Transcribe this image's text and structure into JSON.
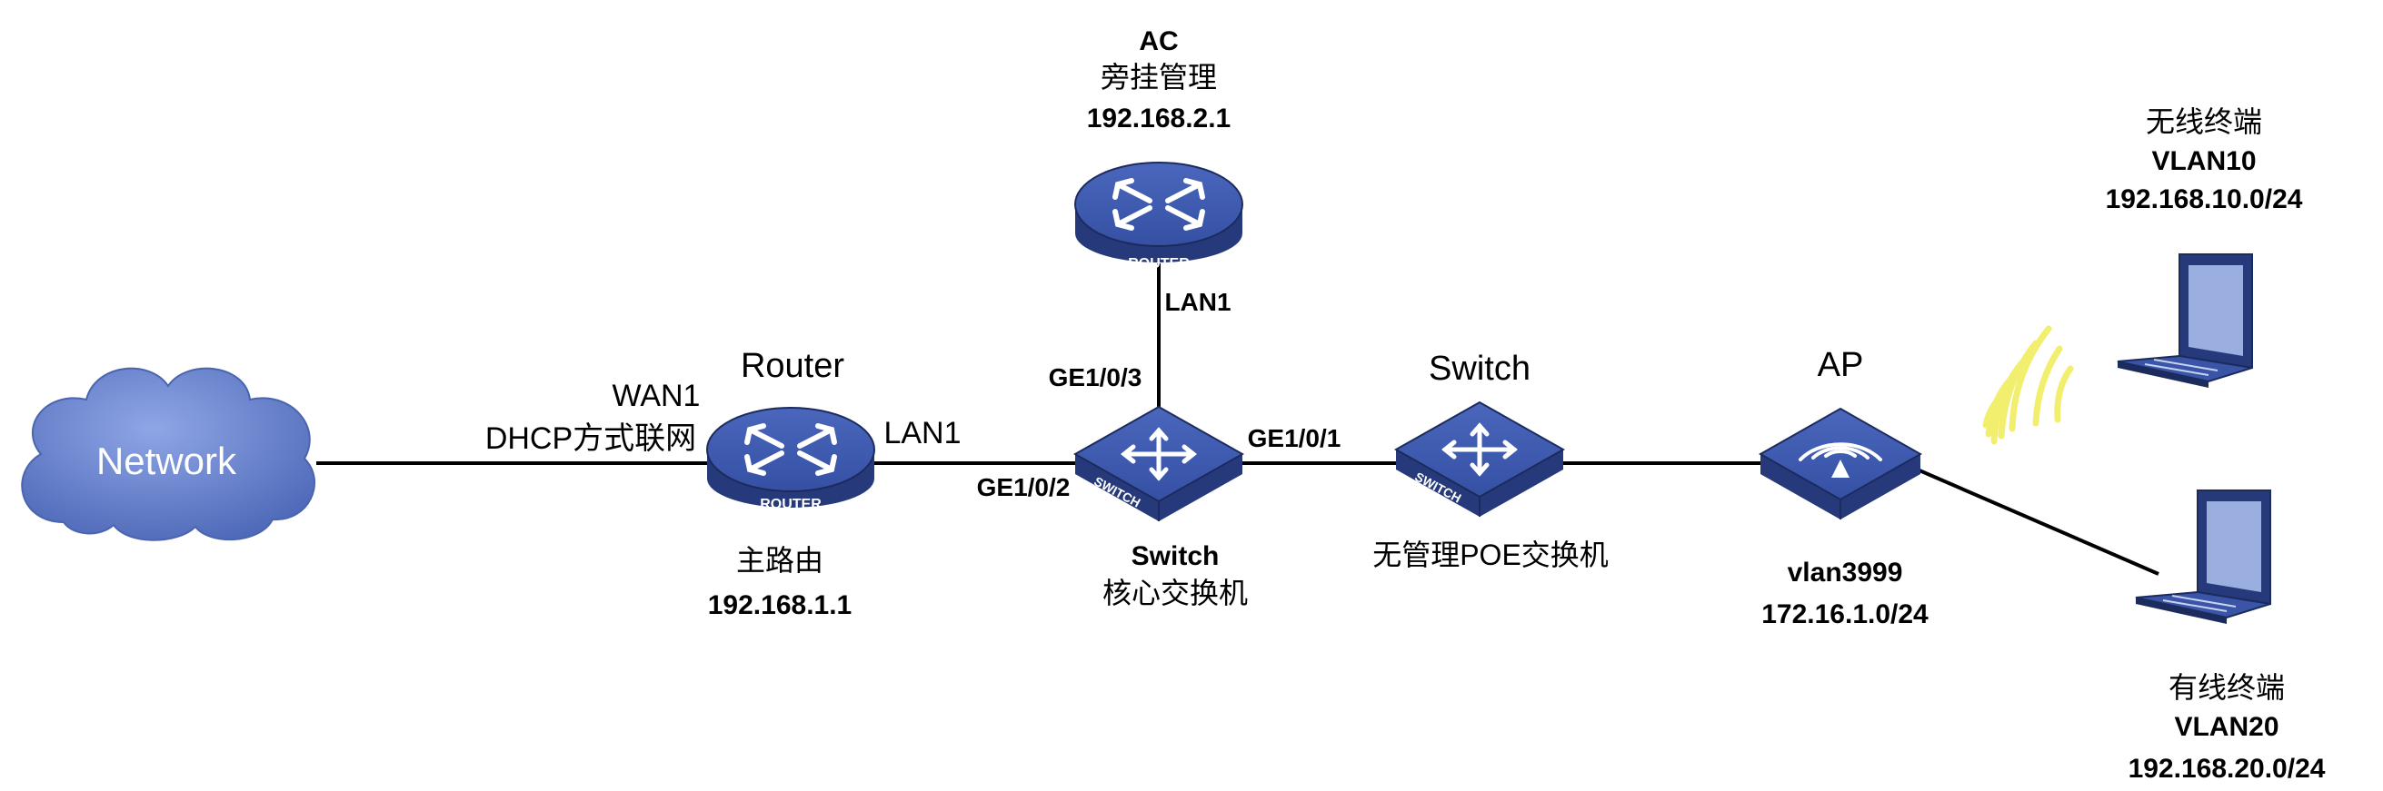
{
  "cloud": {
    "label": "Network"
  },
  "main_router": {
    "title": "Router",
    "badge": "ROUTER",
    "wan_port": "WAN1",
    "wan_mode": "DHCP方式联网",
    "lan_port": "LAN1",
    "role": "主路由",
    "ip": "192.168.1.1"
  },
  "ac": {
    "title": "AC",
    "role": "旁挂管理",
    "ip": "192.168.2.1",
    "badge": "ROUTER",
    "lan_port": "LAN1"
  },
  "core_switch": {
    "badge": "SWITCH",
    "port_up": "GE1/0/3",
    "port_left": "GE1/0/2",
    "port_right": "GE1/0/1",
    "title": "Switch",
    "role": "核心交换机"
  },
  "poe_switch": {
    "title": "Switch",
    "badge": "SWITCH",
    "role": "无管理POE交换机"
  },
  "ap": {
    "title": "AP",
    "vlan": "vlan3999",
    "subnet": "172.16.1.0/24"
  },
  "wireless_terminal": {
    "role": "无线终端",
    "vlan": "VLAN10",
    "subnet": "192.168.10.0/24"
  },
  "wired_terminal": {
    "role": "有线终端",
    "vlan": "VLAN20",
    "subnet": "192.168.20.0/24"
  },
  "colors": {
    "device_top": "#3a55a8",
    "device_side": "#26397a",
    "device_edge": "#1c2b5e",
    "cable": "#000000",
    "cloud": "#5d78c5",
    "wifi": "#f3ef6e"
  }
}
